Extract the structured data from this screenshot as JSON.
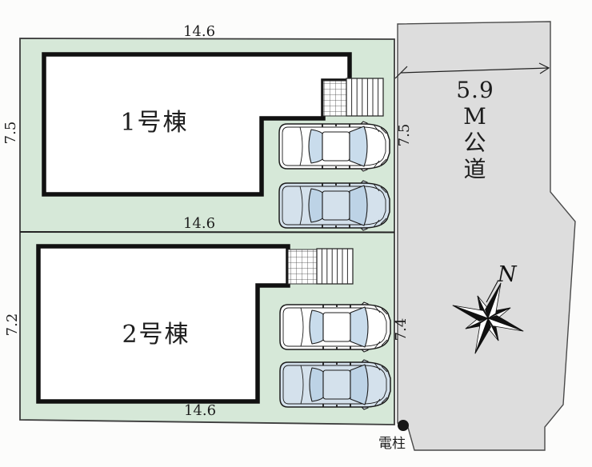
{
  "site_plan": {
    "units": [
      {
        "name": "1号棟"
      },
      {
        "name": "2号棟"
      }
    ],
    "dimensions": {
      "top_width": "14.6",
      "middle_width": "14.6",
      "bottom_width": "14.6",
      "left_upper_depth": "7.5",
      "left_lower_depth": "7.2",
      "right_upper_depth": "7.5",
      "right_lower_depth": "7.4"
    },
    "road": {
      "label_lines": [
        "5.9",
        "M",
        "公",
        "道"
      ]
    },
    "compass": {
      "north": "N"
    },
    "utility_pole": {
      "label": "電柱"
    },
    "colors": {
      "site": "#d6e8d8",
      "road": "#dddddd",
      "outline": "#1c1c1c",
      "car_glass": "#c9dcec",
      "car_blue": "#d4e1ec"
    }
  }
}
